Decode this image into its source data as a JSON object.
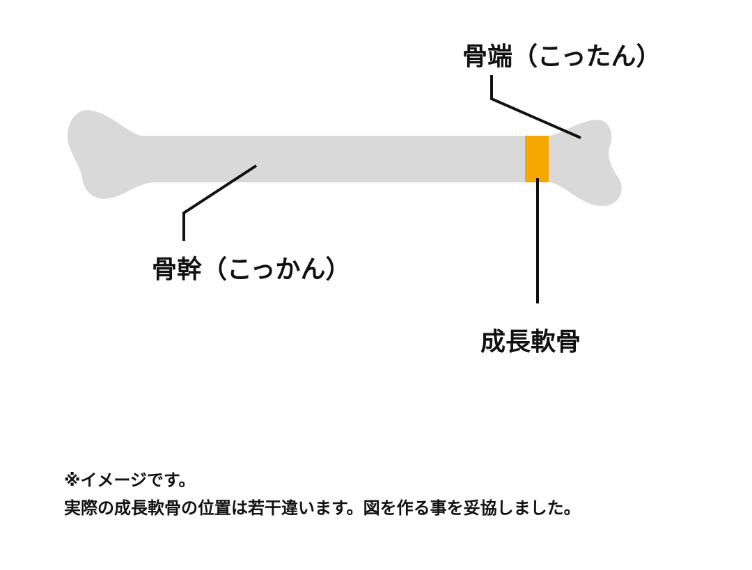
{
  "labels": {
    "epiphysis": "骨端（こったん）",
    "diaphysis": "骨幹（こっかん）",
    "growth_cartilage": "成長軟骨"
  },
  "notes": [
    "※イメージです。",
    "実際の成長軟骨の位置は若干違います。図を作る事を妥協しました。"
  ],
  "colors": {
    "bone": "#d9d9d9",
    "growth_cartilage": "#f5a800",
    "leader_lines": "#111111"
  }
}
